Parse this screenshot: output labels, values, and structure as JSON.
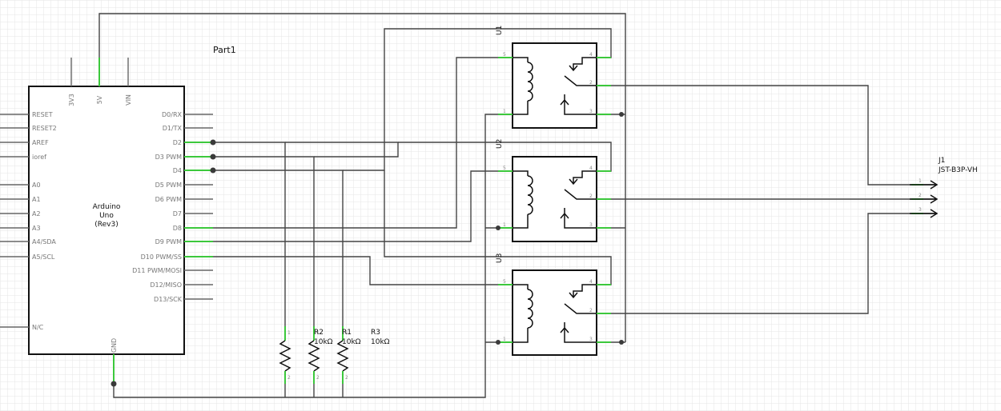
{
  "part_label": "Part1",
  "arduino": {
    "name_lines": [
      "Arduino",
      "Uno",
      "(Rev3)"
    ],
    "top_pins": [
      "3V3",
      "5V",
      "VIN"
    ],
    "bottom_pin": "GND",
    "left_pins": [
      "RESET",
      "RESET2",
      "AREF",
      "ioref",
      "A0",
      "A1",
      "A2",
      "A3",
      "A4/SDA",
      "A5/SCL",
      "N/C"
    ],
    "right_pins": [
      "D0/RX",
      "D1/TX",
      "D2",
      "D3 PWM",
      "D4",
      "D5 PWM",
      "D6 PWM",
      "D7",
      "D8",
      "D9 PWM",
      "D10 PWM/SS",
      "D11 PWM/MOSI",
      "D12/MISO",
      "D13/SCK"
    ]
  },
  "relays": [
    {
      "ref": "U1",
      "pin_numbers": [
        "5",
        "1",
        "4",
        "2",
        "3"
      ]
    },
    {
      "ref": "U2",
      "pin_numbers": [
        "5",
        "1",
        "4",
        "2",
        "3"
      ]
    },
    {
      "ref": "U3",
      "pin_numbers": [
        "5",
        "1",
        "4",
        "2",
        "3"
      ]
    }
  ],
  "resistors": [
    {
      "ref": "R2",
      "value": "10kΩ"
    },
    {
      "ref": "R1",
      "value": "10kΩ"
    },
    {
      "ref": "R3",
      "value": "10kΩ"
    }
  ],
  "resistor_value_r3": "10kΩ",
  "resistor_pin_numbers": [
    "1",
    "2"
  ],
  "connector": {
    "ref": "J1",
    "part": "JST-B3P-VH",
    "pin_numbers": [
      "1",
      "2",
      "3"
    ]
  }
}
